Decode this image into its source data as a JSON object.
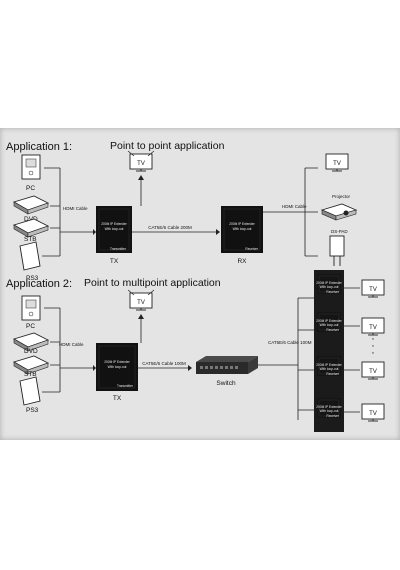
{
  "app1": {
    "heading": "Application 1:",
    "title": "Point to point application",
    "sources": [
      "PC",
      "DVD",
      "STB",
      "PS3"
    ],
    "tx_cable": "HDMI Cable",
    "tx_box_lines": [
      "200M IP Extender",
      "With loop-out"
    ],
    "tx_box_role": "Transmitter",
    "tx_label": "TX",
    "link_cable": "CAT5E/6 Cable 200M",
    "rx_box_lines": [
      "200M IP Extender",
      "With loop-out"
    ],
    "rx_box_role": "Receiver",
    "rx_label": "RX",
    "rx_cable": "HDMI Cable",
    "displays": [
      "Projector",
      "DS-PAD"
    ],
    "tv": "TV"
  },
  "app2": {
    "heading": "Application 2:",
    "title": "Point to multipoint application",
    "sources": [
      "PC",
      "DVD",
      "STB",
      "PS3"
    ],
    "tx_cable": "HDMI Cable",
    "tx_box_lines": [
      "200M IP Extender",
      "With loop-out"
    ],
    "tx_box_role": "Transmitter",
    "tx_label": "TX",
    "switch_cable": "CAT5E/6 Cable 100M",
    "switch_label": "Switch",
    "out_cable": "CAT5E/6 Cable 100M",
    "receiver_lines": [
      "200M IP Extender",
      "With loop-out"
    ],
    "receiver_role": "Receiver",
    "tv": "TV",
    "ellipsis": "·"
  }
}
